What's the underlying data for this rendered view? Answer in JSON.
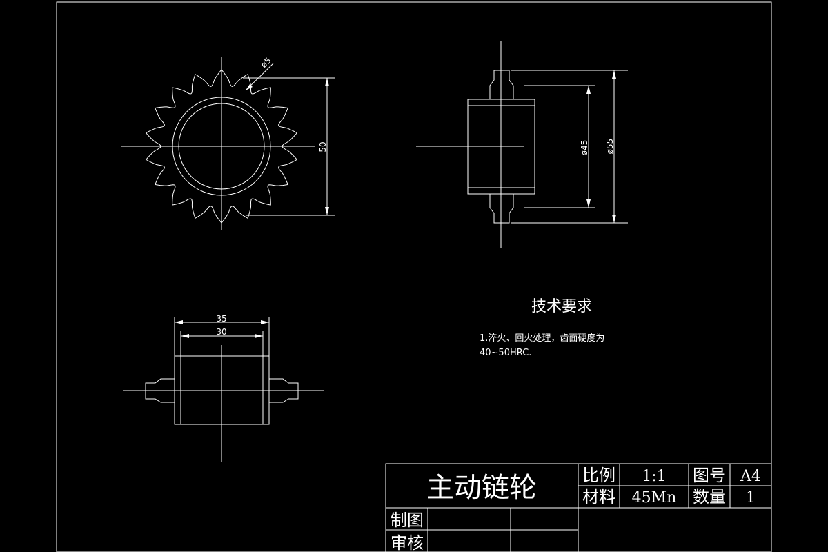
{
  "drawing": {
    "front_view": {
      "dim_height": "50",
      "dim_hole": "ø5"
    },
    "side_view": {
      "dim_inner": "ø45",
      "dim_outer": "ø55"
    },
    "bottom_view": {
      "dim_overall": "35",
      "dim_hub": "30"
    },
    "tech_requirements": {
      "title": "技术要求",
      "line1": "1.淬火、回火处理，齿面硬度为",
      "line2": "40~50HRC."
    },
    "title_block": {
      "part_name": "主动链轮",
      "scale_label": "比例",
      "scale_value": "1:1",
      "drawing_no_label": "图号",
      "drawing_no_value": "A4",
      "material_label": "材料",
      "material_value": "45Mn",
      "quantity_label": "数量",
      "quantity_value": "1",
      "drawn_by_label": "制图",
      "reviewed_by_label": "审核"
    }
  }
}
